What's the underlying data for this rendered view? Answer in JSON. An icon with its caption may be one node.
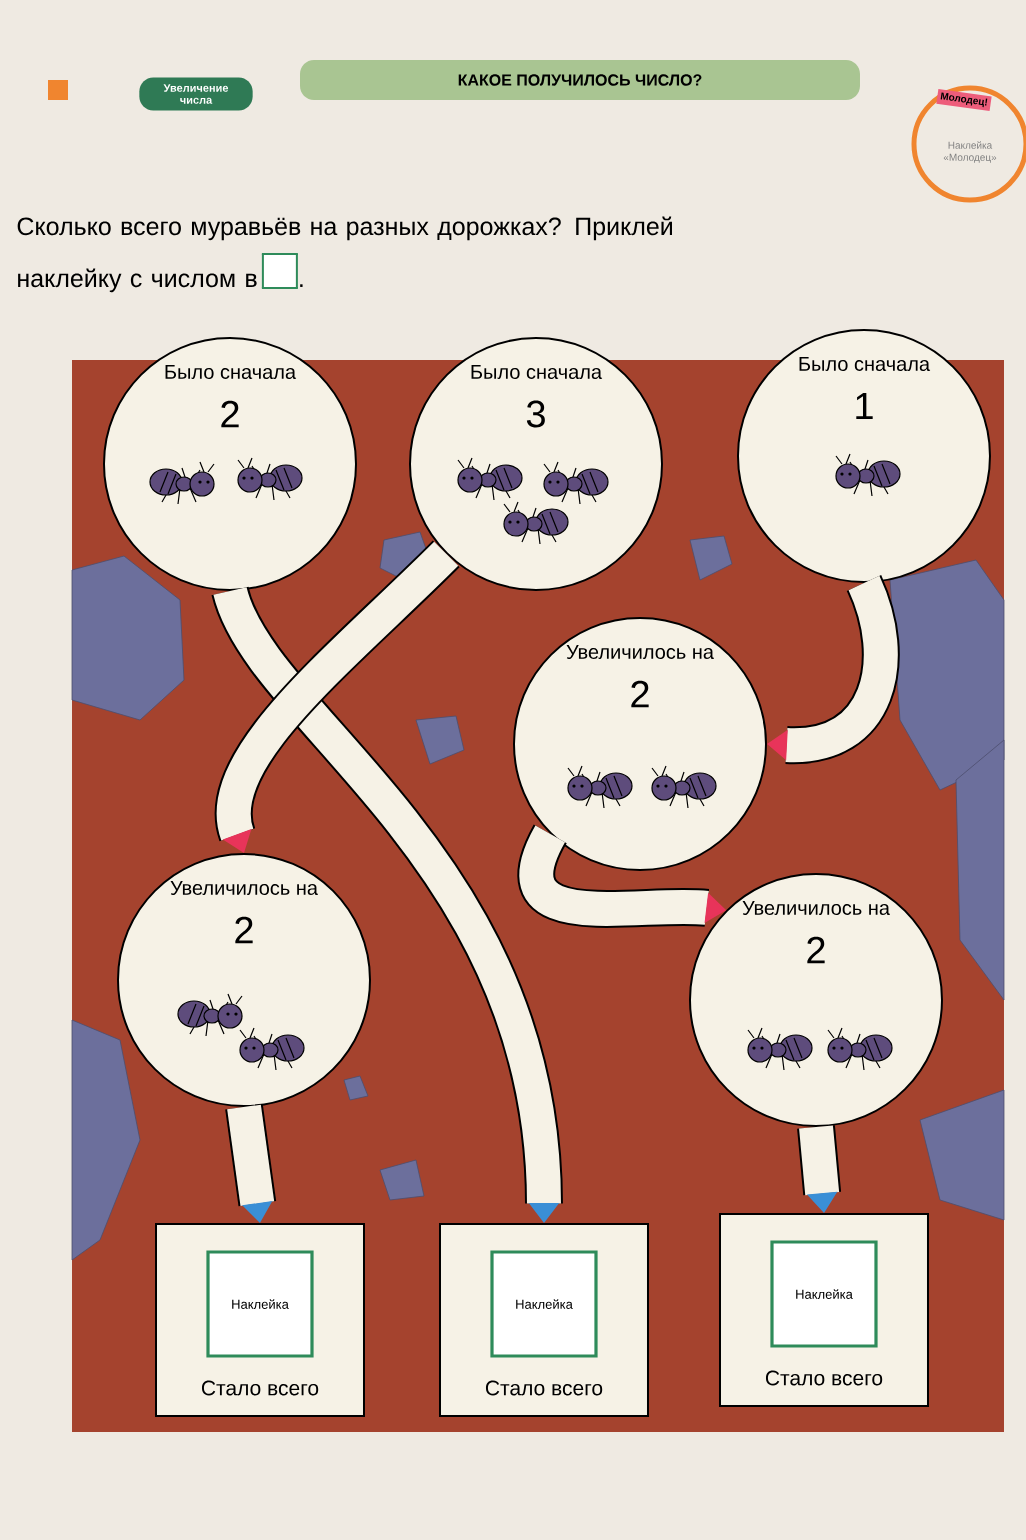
{
  "diagram": {
    "title": "КАКОЕ ПОЛУЧИЛОСЬ ЧИСЛО?",
    "nodes": [
      {
        "text": [
          "Было сначала",
          "2"
        ]
      },
      {
        "text": [
          "Было сначала",
          "3"
        ]
      },
      {
        "text": [
          "Было сначала",
          "1"
        ]
      },
      {
        "text": [
          "Увеличилось на",
          "2"
        ]
      },
      {
        "text": [
          "Увеличилось на",
          "2"
        ]
      },
      {
        "text": [
          "Увеличилось на",
          "2"
        ]
      },
      {
        "text": [
          "Стало всего"
        ]
      },
      {
        "text": [
          "Наклейка"
        ],
        "in": 6
      },
      {
        "text": [
          "Стало всего"
        ]
      },
      {
        "text": [
          "Наклейка"
        ],
        "in": 8
      },
      {
        "text": [
          "Стало всего"
        ]
      },
      {
        "text": [
          "Наклейка"
        ],
        "in": 10
      }
    ],
    "edges": [
      {
        "from": 0,
        "to": 8,
        "arrow": "to"
      },
      {
        "from": 1,
        "to": 4,
        "arrow": "to"
      },
      {
        "from": 2,
        "to": 3,
        "arrow": "to"
      },
      {
        "from": 3,
        "to": 5,
        "arrow": "to"
      },
      {
        "from": 4,
        "to": 6,
        "arrow": "to"
      },
      {
        "from": 5,
        "to": 10,
        "arrow": "to"
      }
    ],
    "labels": [
      "Увеличение числа",
      "Молодец!",
      "Наклейка «Молодец»",
      "Сколько всего муравьёв на разных дорожках? Приклей наклейку с числом в",
      "."
    ]
  }
}
